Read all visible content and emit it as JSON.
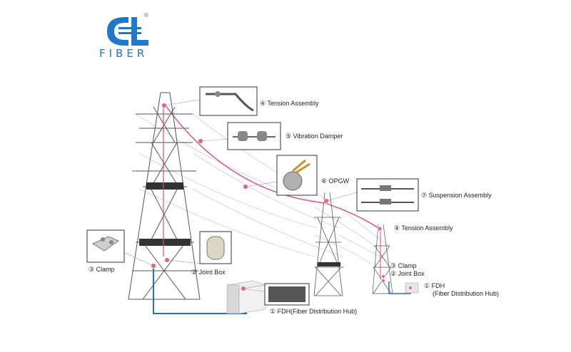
{
  "brand": {
    "logo_text": "FIBER",
    "registered": "®",
    "color": "#1f78c8"
  },
  "labels": {
    "tension_top": "④ Tension Assembly",
    "vibration": "⑤ Vibration Damper",
    "opgw": "⑥ OPGW",
    "suspension": "⑦ Suspension Assembly",
    "tension_right": "④ Tension Assembly",
    "clamp_left": "③ Clamp",
    "joint_left": "② Joint Box",
    "fdh_center": "① FDH(Fiber Distribution Hub)",
    "clamp_right": "③ Clamp",
    "joint_right": "② Joint Box",
    "fdh_right_1": "① FDH",
    "fdh_right_2": "(Fiber Distribution Hub)"
  },
  "colors": {
    "opgw_line": "#d4507a",
    "marker": "#e8638a",
    "ground_cable": "#2f6db5",
    "tower": "#555555"
  }
}
